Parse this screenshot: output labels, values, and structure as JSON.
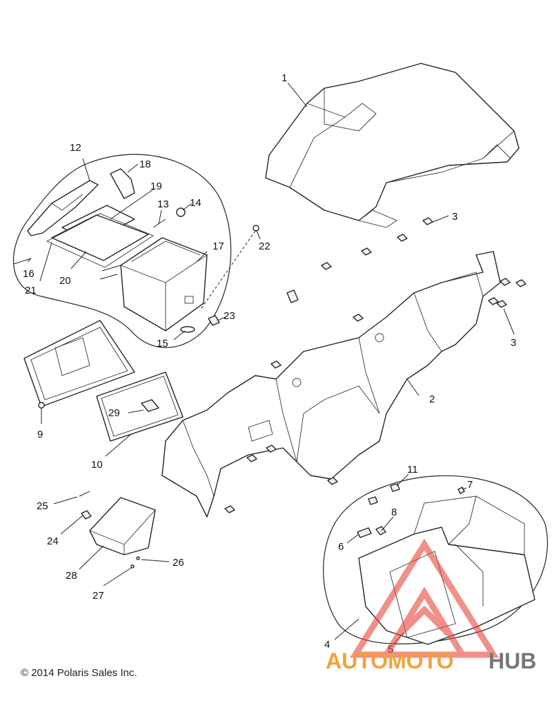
{
  "copyright": "© 2014 Polaris Sales Inc.",
  "watermark": {
    "text_a": "AUTOMOTO",
    "text_b": "HUB",
    "color_a": "#f2a23a",
    "color_b": "#777777",
    "logo_color": "#e8463c"
  },
  "callouts": [
    "1",
    "2",
    "3",
    "3",
    "4",
    "5",
    "6",
    "7",
    "8",
    "9",
    "10",
    "11",
    "12",
    "13",
    "14",
    "15",
    "16",
    "17",
    "18",
    "19",
    "20",
    "21",
    "22",
    "23",
    "24",
    "25",
    "26",
    "27",
    "28",
    "29"
  ]
}
